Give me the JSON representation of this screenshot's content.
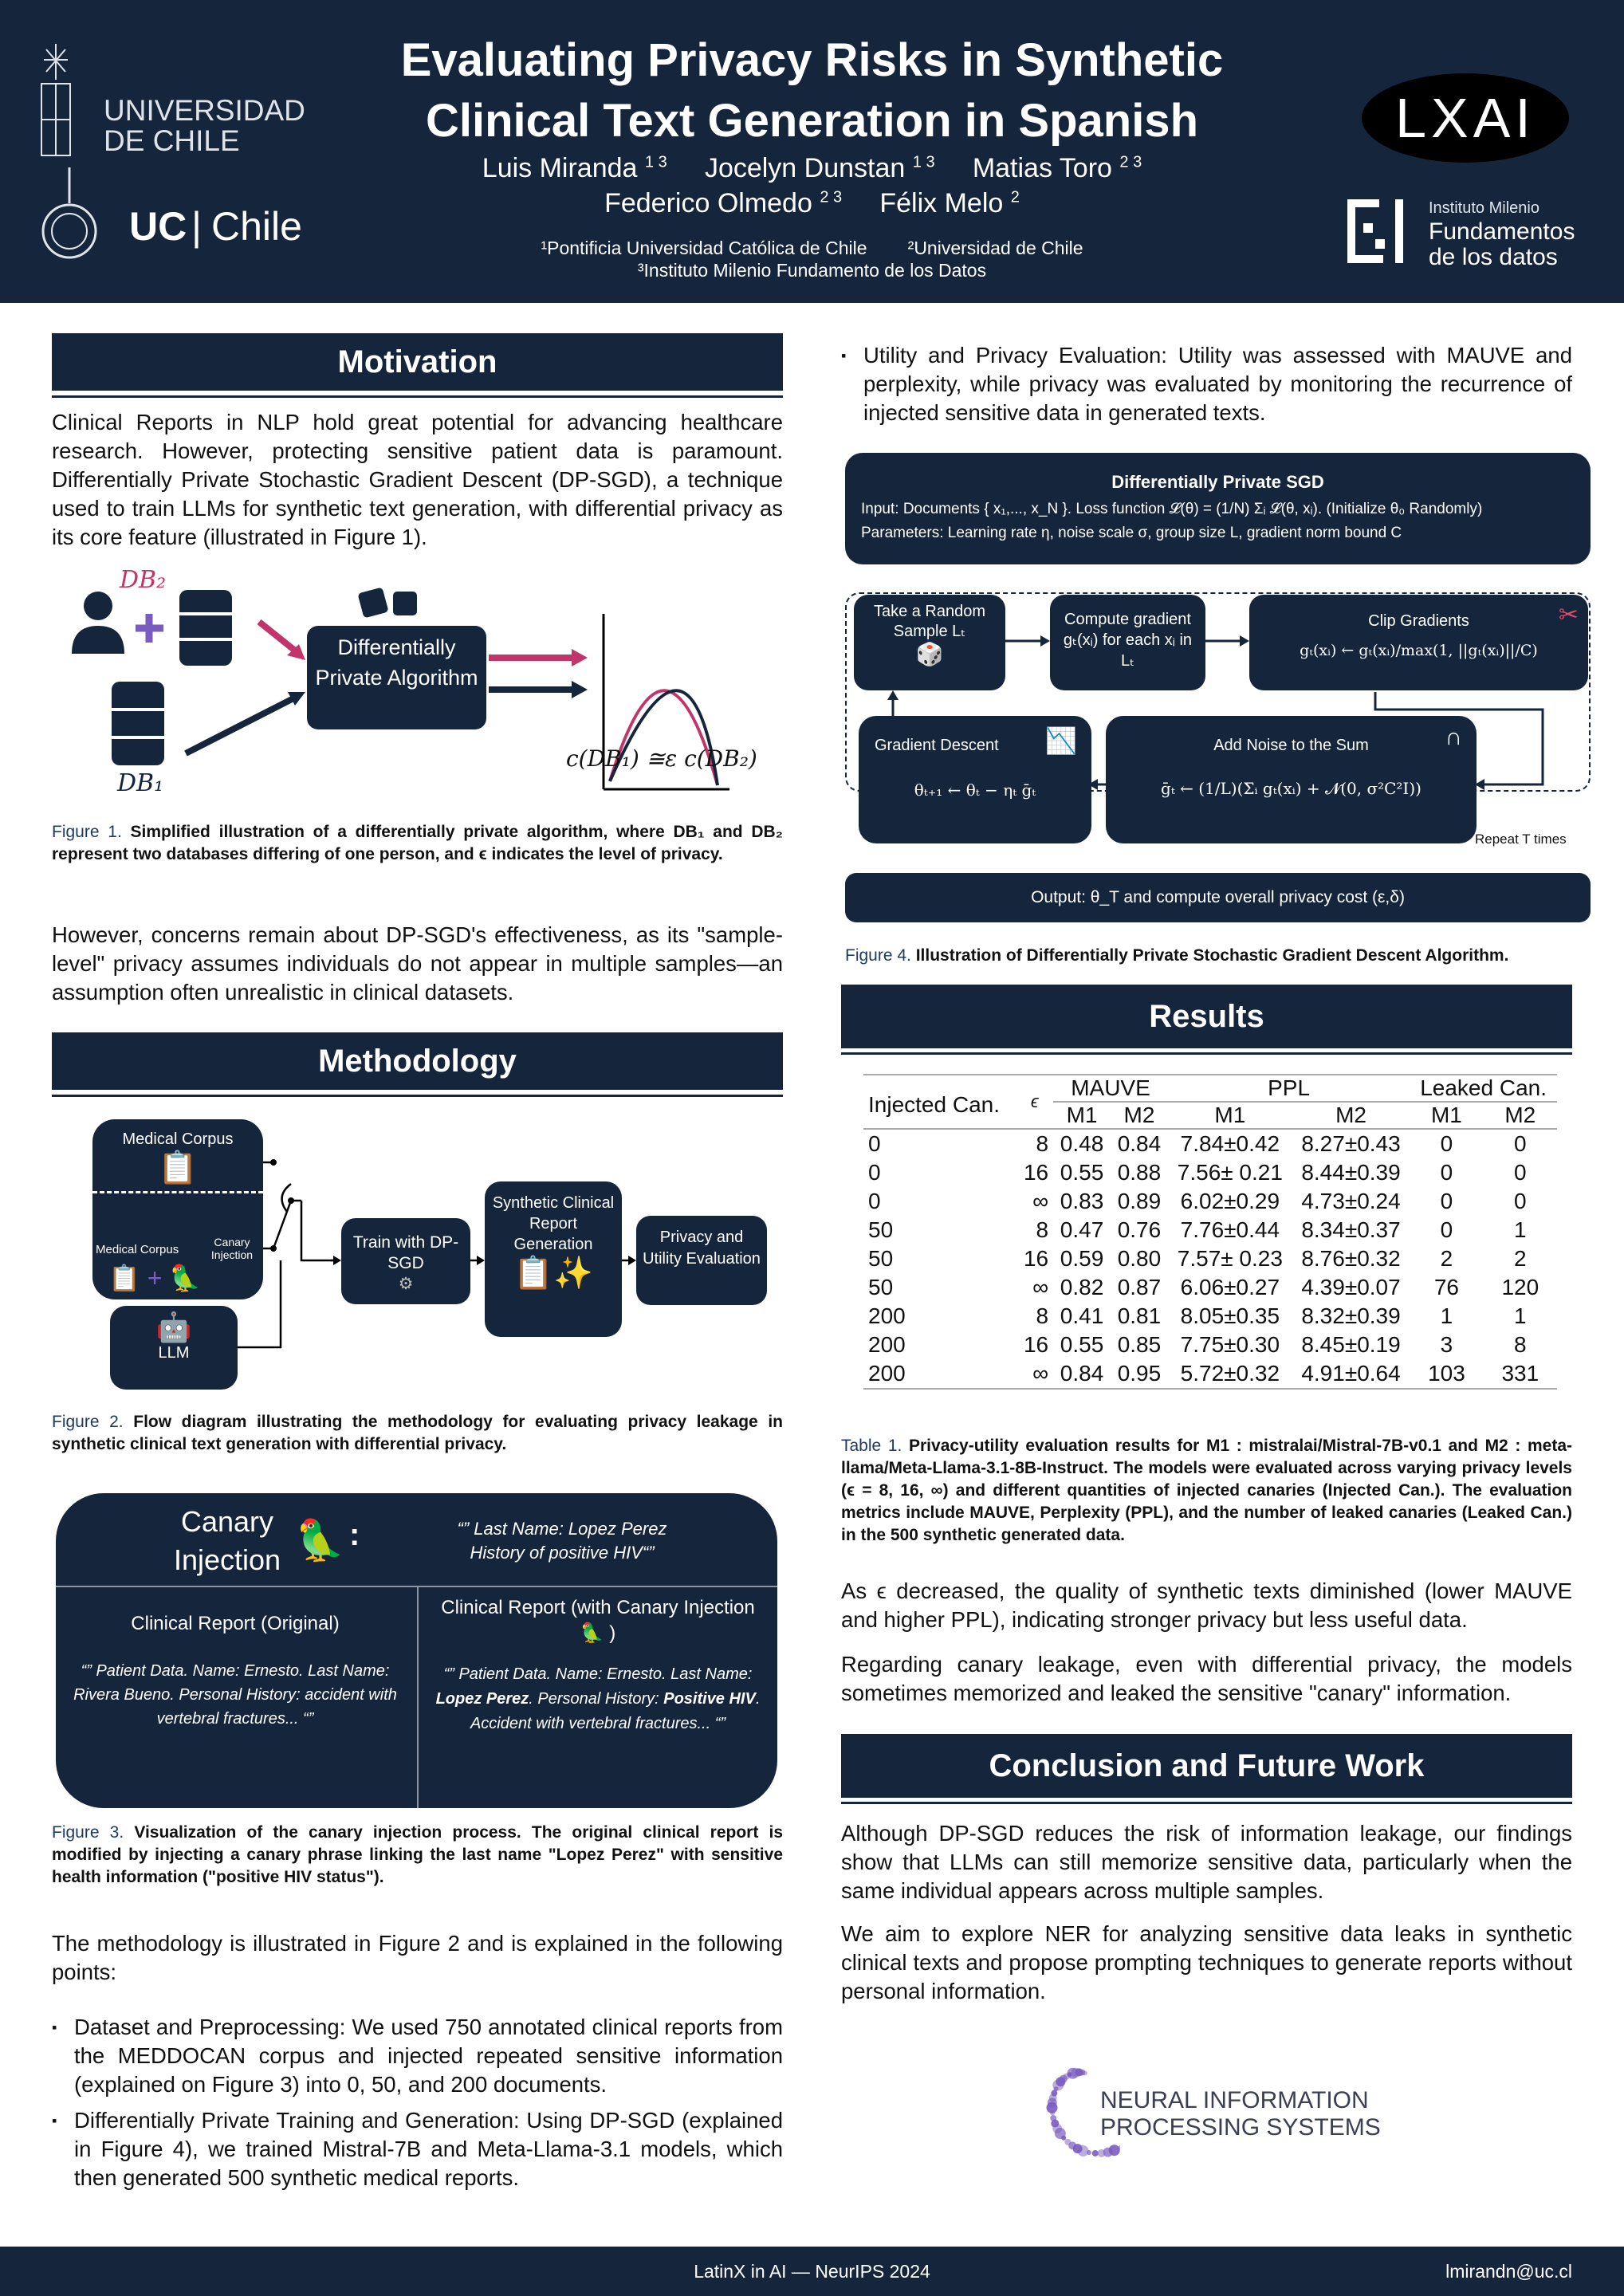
{
  "header": {
    "title_line1": "Evaluating Privacy Risks in Synthetic",
    "title_line2": "Clinical Text Generation in Spanish",
    "authors_line1": [
      {
        "name": "Luis Miranda",
        "aff": "1 3"
      },
      {
        "name": "Jocelyn Dunstan",
        "aff": "1 3"
      },
      {
        "name": "Matias Toro",
        "aff": "2 3"
      }
    ],
    "authors_line2": [
      {
        "name": "Federico Olmedo",
        "aff": "2 3"
      },
      {
        "name": "Félix Melo",
        "aff": "2"
      }
    ],
    "affiliations": [
      "¹Pontificia Universidad Católica de Chile",
      "²Universidad de Chile",
      "³Instituto Milenio Fundamento de los Datos"
    ],
    "logos": {
      "uchile_1": "UNIVERSIDAD",
      "uchile_2": "DE CHILE",
      "uc": "UC",
      "uc_chile": "Chile",
      "lxai": "LXAI",
      "imfd_small": "Instituto Milenio",
      "imfd_1": "Fundamentos",
      "imfd_2": "de los datos"
    }
  },
  "motivation": {
    "title": "Motivation",
    "p1": "Clinical Reports in NLP hold great potential for advancing healthcare research. However, protecting sensitive patient data is paramount. Differentially Private Stochastic Gradient Descent (DP-SGD), a technique used to train LLMs for synthetic text generation, with differential privacy as its core feature (illustrated in Figure 1).",
    "fig1": {
      "db2": "DB₂",
      "db1": "DB₁",
      "algo": "Differentially Private Algorithm",
      "formula": "c(DB₁) ≅ε c(DB₂)"
    },
    "caption_label": "Figure 1.",
    "caption": "Simplified illustration of a differentially private algorithm, where DB₁ and DB₂ represent two databases differing of one person, and ϵ indicates the level of privacy.",
    "p2": "However, concerns remain about DP-SGD's effectiveness, as its \"sample-level\" privacy assumes individuals do not appear in multiple samples—an assumption often unrealistic in clinical datasets."
  },
  "methodology": {
    "title": "Methodology",
    "fig2": {
      "medical_corpus": "Medical Corpus",
      "medical_corpus_small": "Medical Corpus",
      "canary_injection": "Canary Injection",
      "llm": "LLM",
      "train": "Train with DP-SGD",
      "synthetic": "Synthetic Clinical Report Generation",
      "evaluation": "Privacy and Utility Evaluation"
    },
    "fig2_caption_label": "Figure 2.",
    "fig2_caption": "Flow diagram illustrating the methodology for evaluating privacy leakage in synthetic clinical text generation with differential privacy.",
    "fig3": {
      "title": "Canary Injection",
      "colon": ":",
      "phrase": "“” Last Name: Lopez Perez History of positive HIV“”",
      "orig_title": "Clinical Report  (Original)",
      "orig_text": "“” Patient Data. Name: Ernesto. Last Name: Rivera Bueno. Personal History: accident with vertebral fractures... “”",
      "inj_title": "Clinical Report (with Canary Injection",
      "inj_title_end": ")",
      "inj_t1": "“” Patient Data. Name: Ernesto. Last Name: ",
      "inj_b1": "Lopez Perez",
      "inj_t2": ". Personal History: ",
      "inj_b2": "Positive HIV",
      "inj_t3": ". Accident with vertebral fractures... “”"
    },
    "fig3_caption_label": "Figure 3.",
    "fig3_caption": "Visualization of the canary injection process. The original clinical report is modified by injecting a canary phrase linking the last name \"Lopez Perez\" with sensitive health information (\"positive HIV status\").",
    "p1": "The methodology is illustrated in Figure 2 and is explained in the following points:",
    "bullets": [
      "Dataset and Preprocessing: We used 750 annotated clinical reports from the MEDDOCAN corpus and injected repeated sensitive information (explained on Figure 3) into 0, 50, and 200 documents.",
      "Differentially Private Training and Generation: Using DP-SGD (explained in Figure 4), we trained Mistral-7B and Meta-Llama-3.1 models, which then generated 500 synthetic medical reports.",
      "Utility and Privacy Evaluation: Utility was assessed with MAUVE and perplexity, while privacy was evaluated by monitoring the recurrence of injected sensitive data in generated texts."
    ]
  },
  "fig4": {
    "title": "Differentially Private SGD",
    "input": "Input: Documents { x₁,..., x_N }. Loss function 𝓛(θ) = (1/N) Σᵢ 𝓛(θ, xᵢ). (Initialize θ₀ Randomly)",
    "params": "Parameters: Learning rate η, noise scale σ, group size L, gradient norm bound C",
    "sample": "Take a Random Sample Lₜ",
    "compute": "Compute gradient gₜ(xᵢ) for each xᵢ in Lₜ",
    "clip": "Clip Gradients",
    "clip_f": "gₜ(xᵢ) ← gₜ(xᵢ)/max(1, ||gₜ(xᵢ)||/C)",
    "descent": "Gradient Descent",
    "descent_f": "θₜ₊₁ ← θₜ − ηₜ ḡₜ",
    "noise": "Add Noise to the Sum",
    "noise_f": "ḡₜ ← (1/L)(Σᵢ gₜ(xᵢ) + 𝓝(0, σ²C²I))",
    "repeat": "Repeat T times",
    "output": "Output: θ_T and compute overall privacy cost (ε,δ)",
    "caption_label": "Figure 4.",
    "caption": "Illustration of Differentially Private Stochastic Gradient Descent Algorithm."
  },
  "results": {
    "title": "Results",
    "table": {
      "h_injected": "Injected Can.",
      "h_eps": "ϵ",
      "h_mauve": "MAUVE",
      "h_ppl": "PPL",
      "h_leaked": "Leaked Can.",
      "m1": "M1",
      "m2": "M2",
      "rows": [
        [
          "0",
          "8",
          "0.48",
          "0.84",
          "7.84±0.42",
          "8.27±0.43",
          "0",
          "0"
        ],
        [
          "0",
          "16",
          "0.55",
          "0.88",
          "7.56± 0.21",
          "8.44±0.39",
          "0",
          "0"
        ],
        [
          "0",
          "∞",
          "0.83",
          "0.89",
          "6.02±0.29",
          "4.73±0.24",
          "0",
          "0"
        ],
        [
          "50",
          "8",
          "0.47",
          "0.76",
          "7.76±0.44",
          "8.34±0.37",
          "0",
          "1"
        ],
        [
          "50",
          "16",
          "0.59",
          "0.80",
          "7.57± 0.23",
          "8.76±0.32",
          "2",
          "2"
        ],
        [
          "50",
          "∞",
          "0.82",
          "0.87",
          "6.06±0.27",
          "4.39±0.07",
          "76",
          "120"
        ],
        [
          "200",
          "8",
          "0.41",
          "0.81",
          "8.05±0.35",
          "8.32±0.39",
          "1",
          "1"
        ],
        [
          "200",
          "16",
          "0.55",
          "0.85",
          "7.75±0.30",
          "8.45±0.19",
          "3",
          "8"
        ],
        [
          "200",
          "∞",
          "0.84",
          "0.95",
          "5.72±0.32",
          "4.91±0.64",
          "103",
          "331"
        ]
      ]
    },
    "caption_label": "Table 1.",
    "caption": "Privacy-utility evaluation results for M1 : mistralai/Mistral-7B-v0.1 and M2 : meta-llama/Meta-Llama-3.1-8B-Instruct. The models were evaluated across varying privacy levels (ϵ = 8, 16, ∞) and different quantities of injected canaries (Injected Can.). The evaluation metrics include MAUVE, Perplexity (PPL), and the number of leaked canaries (Leaked Can.) in the 500 synthetic generated data.",
    "p1": "As ϵ decreased, the quality of synthetic texts diminished (lower MAUVE and higher PPL), indicating stronger privacy but less useful data.",
    "p2": "Regarding canary leakage, even with differential privacy, the models sometimes memorized and leaked the sensitive \"canary\" information."
  },
  "conclusion": {
    "title": "Conclusion and Future Work",
    "p1": "Although DP-SGD reduces the risk of information leakage, our findings show that LLMs can still memorize sensitive data, particularly when the same individual appears across multiple samples.",
    "p2": "We aim to explore NER for analyzing sensitive data leaks in synthetic clinical texts and propose prompting techniques to generate reports without personal information.",
    "neurips_1": "NEURAL INFORMATION",
    "neurips_2": "PROCESSING SYSTEMS"
  },
  "footer": {
    "center": "LatinX in AI — NeurIPS 2024",
    "email": "lmirandn@uc.cl"
  },
  "colors": {
    "navy": "#15253c",
    "pink": "#c2346a",
    "purple": "#7a5bbf"
  }
}
